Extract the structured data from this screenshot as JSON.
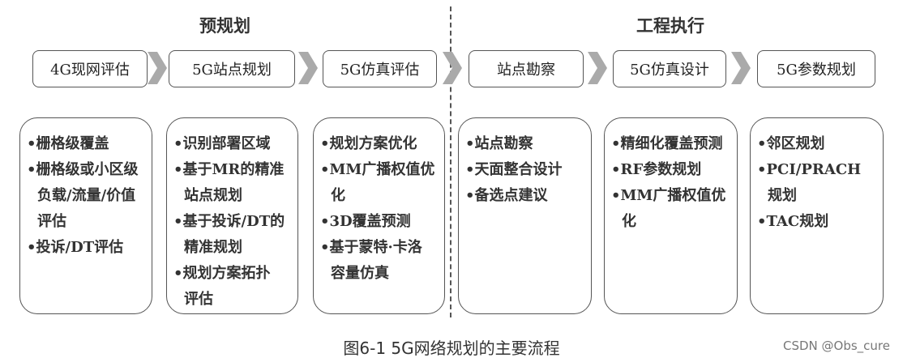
{
  "phases": [
    "预规划",
    "工程执行"
  ],
  "steps": [
    "4G现网评估",
    "5G站点规划",
    "5G仿真评估",
    "站点勘察",
    "5G仿真设计",
    "5G参数规划"
  ],
  "cards": [
    [
      [
        "•栅格级覆盖"
      ],
      [
        "•栅格级或小区级",
        "负载/流量/价值",
        "评估"
      ],
      [
        "•投诉/DT评估"
      ]
    ],
    [
      [
        "•识别部署区域"
      ],
      [
        "•基于MR的精准",
        "站点规划"
      ],
      [
        "•基于投诉/DT的",
        "精准规划"
      ],
      [
        "•规划方案拓扑",
        "评估"
      ]
    ],
    [
      [
        "•规划方案优化"
      ],
      [
        "•MM广播权值优",
        "化"
      ],
      [
        "•3D覆盖预测"
      ],
      [
        "•基于蒙特·卡洛",
        "容量仿真"
      ]
    ],
    [
      [
        "•站点勘察"
      ],
      [
        "•天面整合设计"
      ],
      [
        "•备选点建议"
      ]
    ],
    [
      [
        "•精细化覆盖预测"
      ],
      [
        "•RF参数规划"
      ],
      [
        "•MM广播权值优",
        "化"
      ]
    ],
    [
      [
        "•邻区规划"
      ],
      [
        "•PCI/PRACH",
        "规划"
      ],
      [
        "•TAC规划"
      ]
    ]
  ],
  "caption": "图6-1 5G网络规划的主要流程",
  "watermark": "CSDN @Obs_cure"
}
